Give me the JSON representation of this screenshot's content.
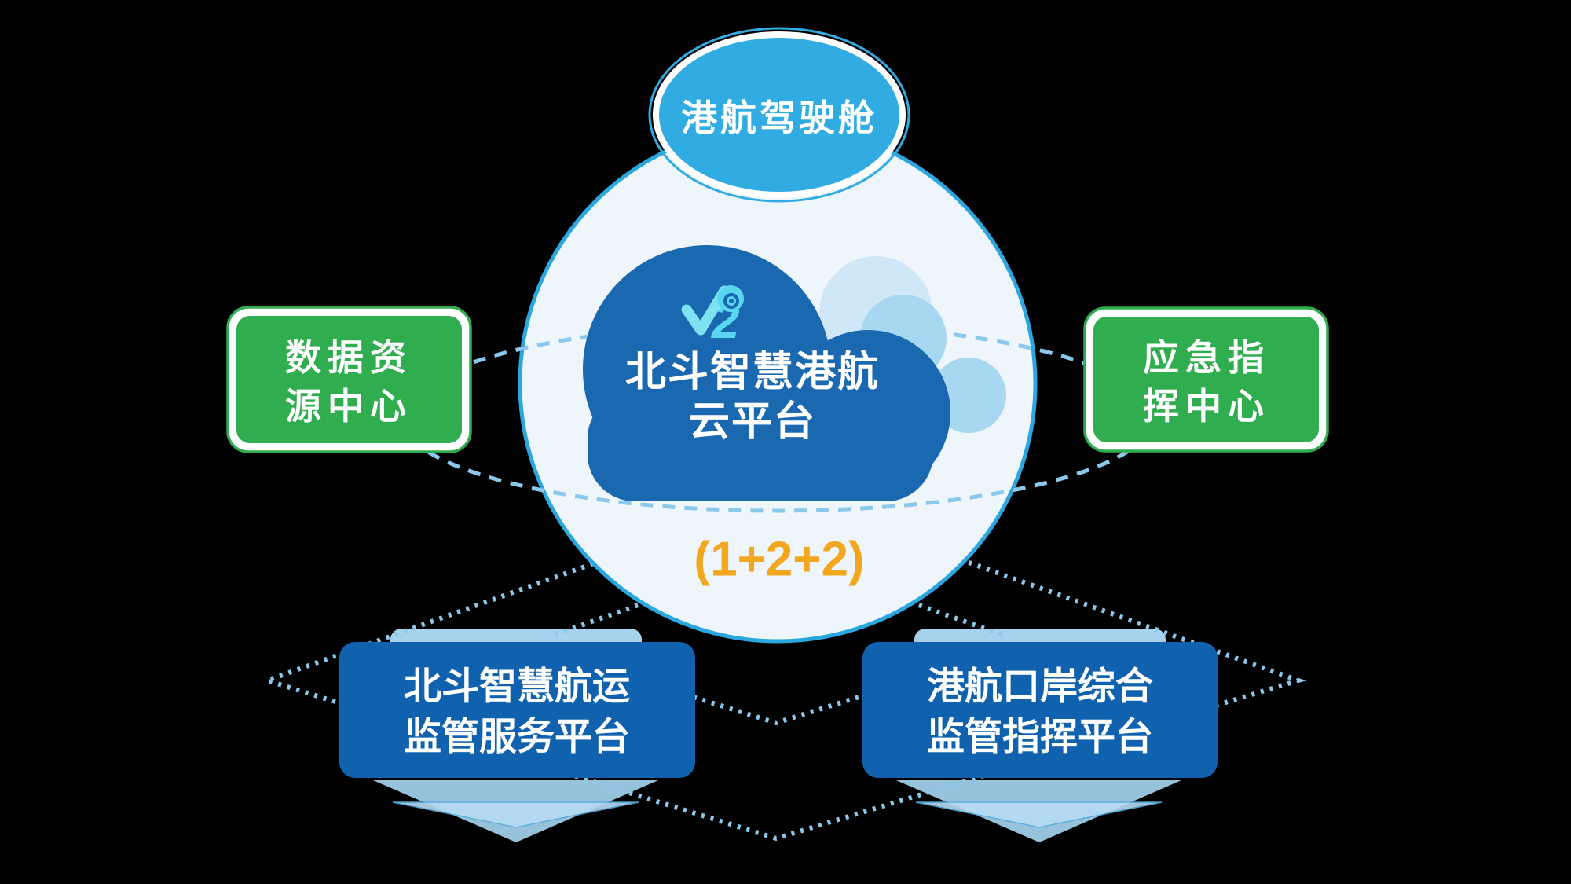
{
  "diagram": {
    "top_bubble": {
      "label": "港航驾驶舱"
    },
    "cloud_platform": {
      "logo": "2",
      "title_line1": "北斗智慧港航",
      "title_line2": "云平台",
      "formula": "(1+2+2)"
    },
    "data_resource_center": {
      "line1": "数据资",
      "line2": "源中心"
    },
    "emergency_command_center": {
      "line1": "应急指",
      "line2": "挥中心"
    },
    "shipping_supervision_platform": {
      "line1": "北斗智慧航运",
      "line2": "监管服务平台"
    },
    "port_supervision_platform": {
      "line1": "港航口岸综合",
      "line2": "监管指挥平台"
    }
  },
  "colors": {
    "background": "#000000",
    "circle_fill": "#EEF5FB",
    "circle_border": "#2BA7E0",
    "bubble_blue": "#31ACE3",
    "cloud_dark_blue": "#1A68B0",
    "cloud_light_blue": "#A8D7F2",
    "cloud_pale_blue": "#D0E7F7",
    "logo_cyan": "#5BD6EF",
    "green": "#2FAD4F",
    "platform_blue": "#1061AE",
    "shadow_light_blue": "#A6D2EE",
    "dash_blue": "#8CC8EC",
    "formula_orange": "#F3A71F",
    "text_white": "#FFFFFF"
  }
}
